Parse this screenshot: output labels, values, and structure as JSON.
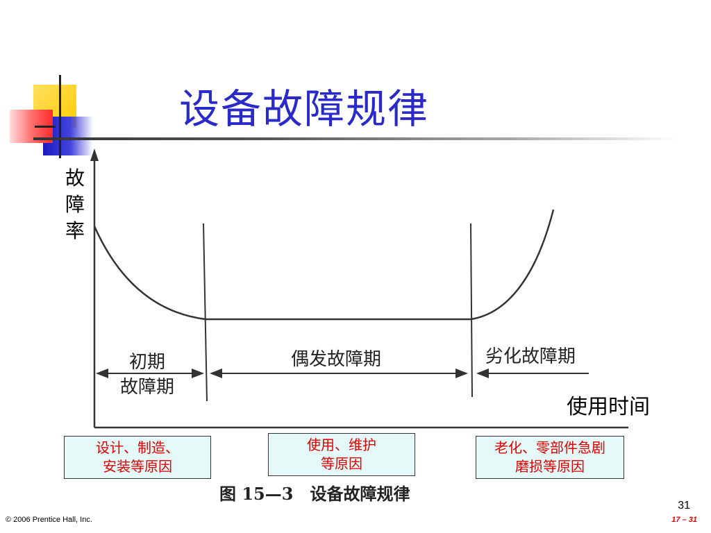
{
  "slide": {
    "title": "设备故障规律",
    "page_number": "31",
    "footer_copyright": "© 2006 Prentice Hall, Inc.",
    "footer_page": "17 – 31"
  },
  "diagram": {
    "y_axis_label": [
      "故",
      "障",
      "率"
    ],
    "x_axis_label": "使用时间",
    "periods": [
      {
        "label_lines": [
          "初期",
          "故障期"
        ]
      },
      {
        "label_lines": [
          "偶发故障期"
        ]
      },
      {
        "label_lines": [
          "劣化故障期"
        ]
      }
    ],
    "caption": "图 15—3　设备故障规律"
  },
  "cause_boxes": [
    {
      "lines": [
        "设计、制造、",
        "安装等原因"
      ]
    },
    {
      "lines": [
        "使用、维护",
        "等原因"
      ]
    },
    {
      "lines": [
        "老化、零部件急剧",
        "磨损等原因"
      ]
    }
  ],
  "colors": {
    "title": "#2a2ac8",
    "box_text": "#e00000",
    "box_fill": "#e6f9f9",
    "deco_yellow": "#ffcc00",
    "deco_blue": "#2a2ac8",
    "deco_red": "#ff3333"
  }
}
